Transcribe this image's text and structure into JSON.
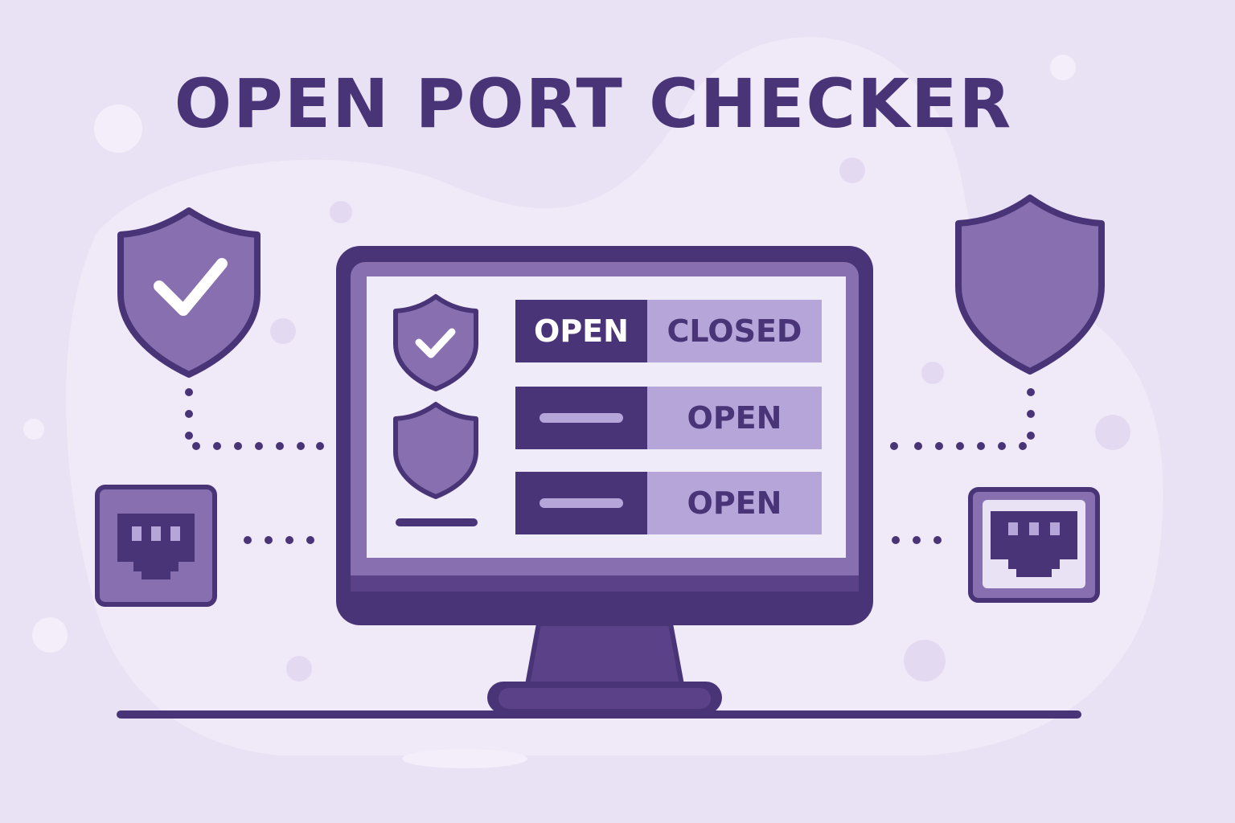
{
  "title": "OPEN PORT CHECKER",
  "colors": {
    "background": "#e9e2f4",
    "dark_purple": "#4a3478",
    "mid_purple": "#8870b0",
    "light_purple": "#b5a5d8",
    "screen": "#f0ebf8"
  },
  "port_list": {
    "rows": [
      {
        "left_label": "OPEN",
        "right_label": "CLOSED"
      },
      {
        "left_label": "",
        "right_label": "OPEN"
      },
      {
        "left_label": "",
        "right_label": "OPEN"
      }
    ]
  },
  "icons": {
    "left_shield": "shield-check-icon",
    "right_shield": "shield-icon",
    "left_port": "ethernet-port-icon",
    "right_port": "ethernet-port-icon"
  }
}
